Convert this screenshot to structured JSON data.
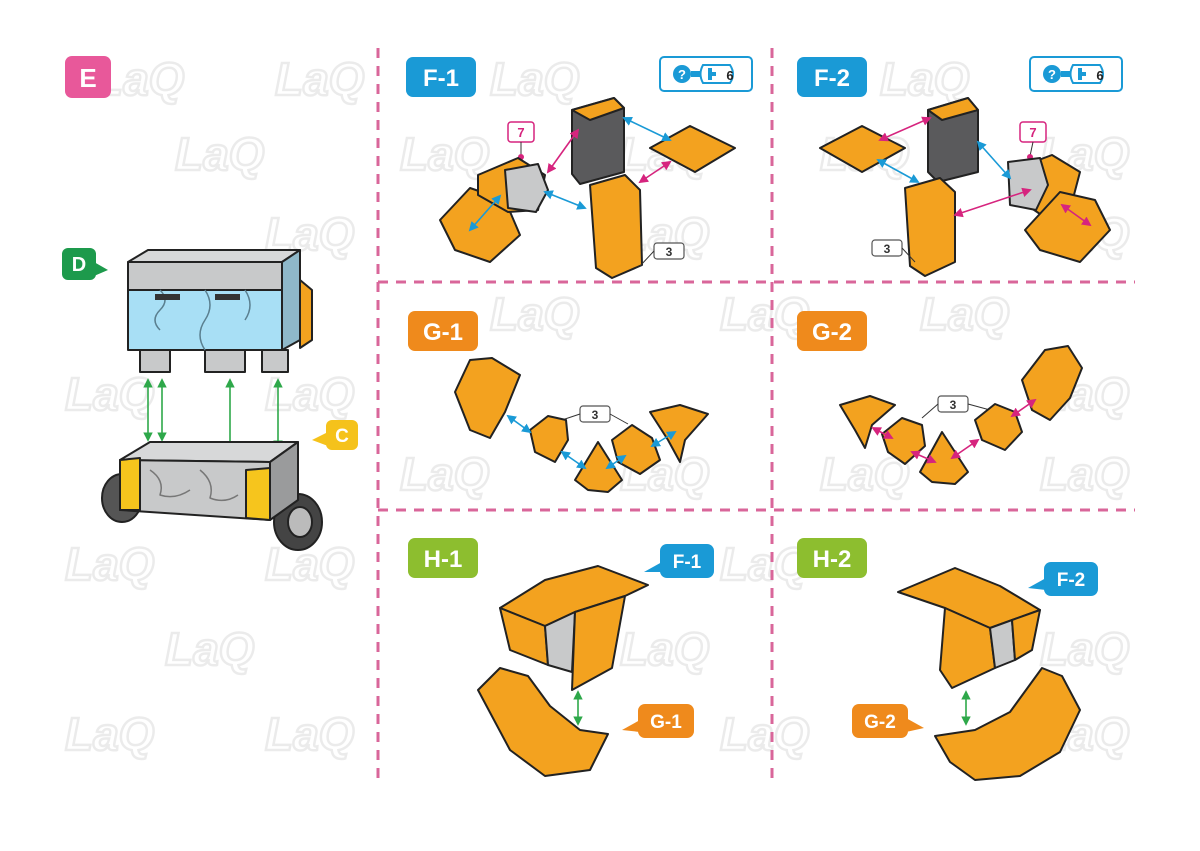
{
  "watermark": {
    "text": "LaQ",
    "small_text": "LaQ"
  },
  "sections": {
    "E": {
      "label": "E",
      "color": "#e8589a"
    },
    "F1": {
      "label": "F-1",
      "color": "#1a9ad6"
    },
    "F2": {
      "label": "F-2",
      "color": "#1a9ad6"
    },
    "G1": {
      "label": "G-1",
      "color": "#ef8a1c"
    },
    "G2": {
      "label": "G-2",
      "color": "#ef8a1c"
    },
    "H1": {
      "label": "H-1",
      "color": "#8dbe2f"
    },
    "H2": {
      "label": "H-2",
      "color": "#8dbe2f"
    }
  },
  "step_E": {
    "callout_D": "D",
    "callout_C": "C",
    "color_D": "#1d9a4c",
    "color_C": "#f5c21b"
  },
  "hints": {
    "F1_count": "6",
    "F2_count": "6"
  },
  "part_labels": {
    "F1_top_count": "7",
    "F1_bottom_count": "3",
    "F2_top_count": "7",
    "F2_bottom_count": "3",
    "G1_count": "3",
    "G2_count": "3"
  },
  "callouts": {
    "H1_top": "F-1",
    "H1_bottom": "G-1",
    "H2_top": "F-2",
    "H2_bottom": "G-2"
  },
  "colors": {
    "piece_orange": "#f3a21f",
    "piece_gray": "#c8c9ca",
    "piece_dark": "#5a5a5c",
    "piece_blue": "#a8dff5",
    "piece_yellow": "#f6c51d",
    "divider": "#d9669a",
    "arrow_blue": "#1a9ad6",
    "arrow_pink": "#d6247e",
    "arrow_green": "#2ea84a",
    "hint_blue": "#1a9ad6"
  }
}
